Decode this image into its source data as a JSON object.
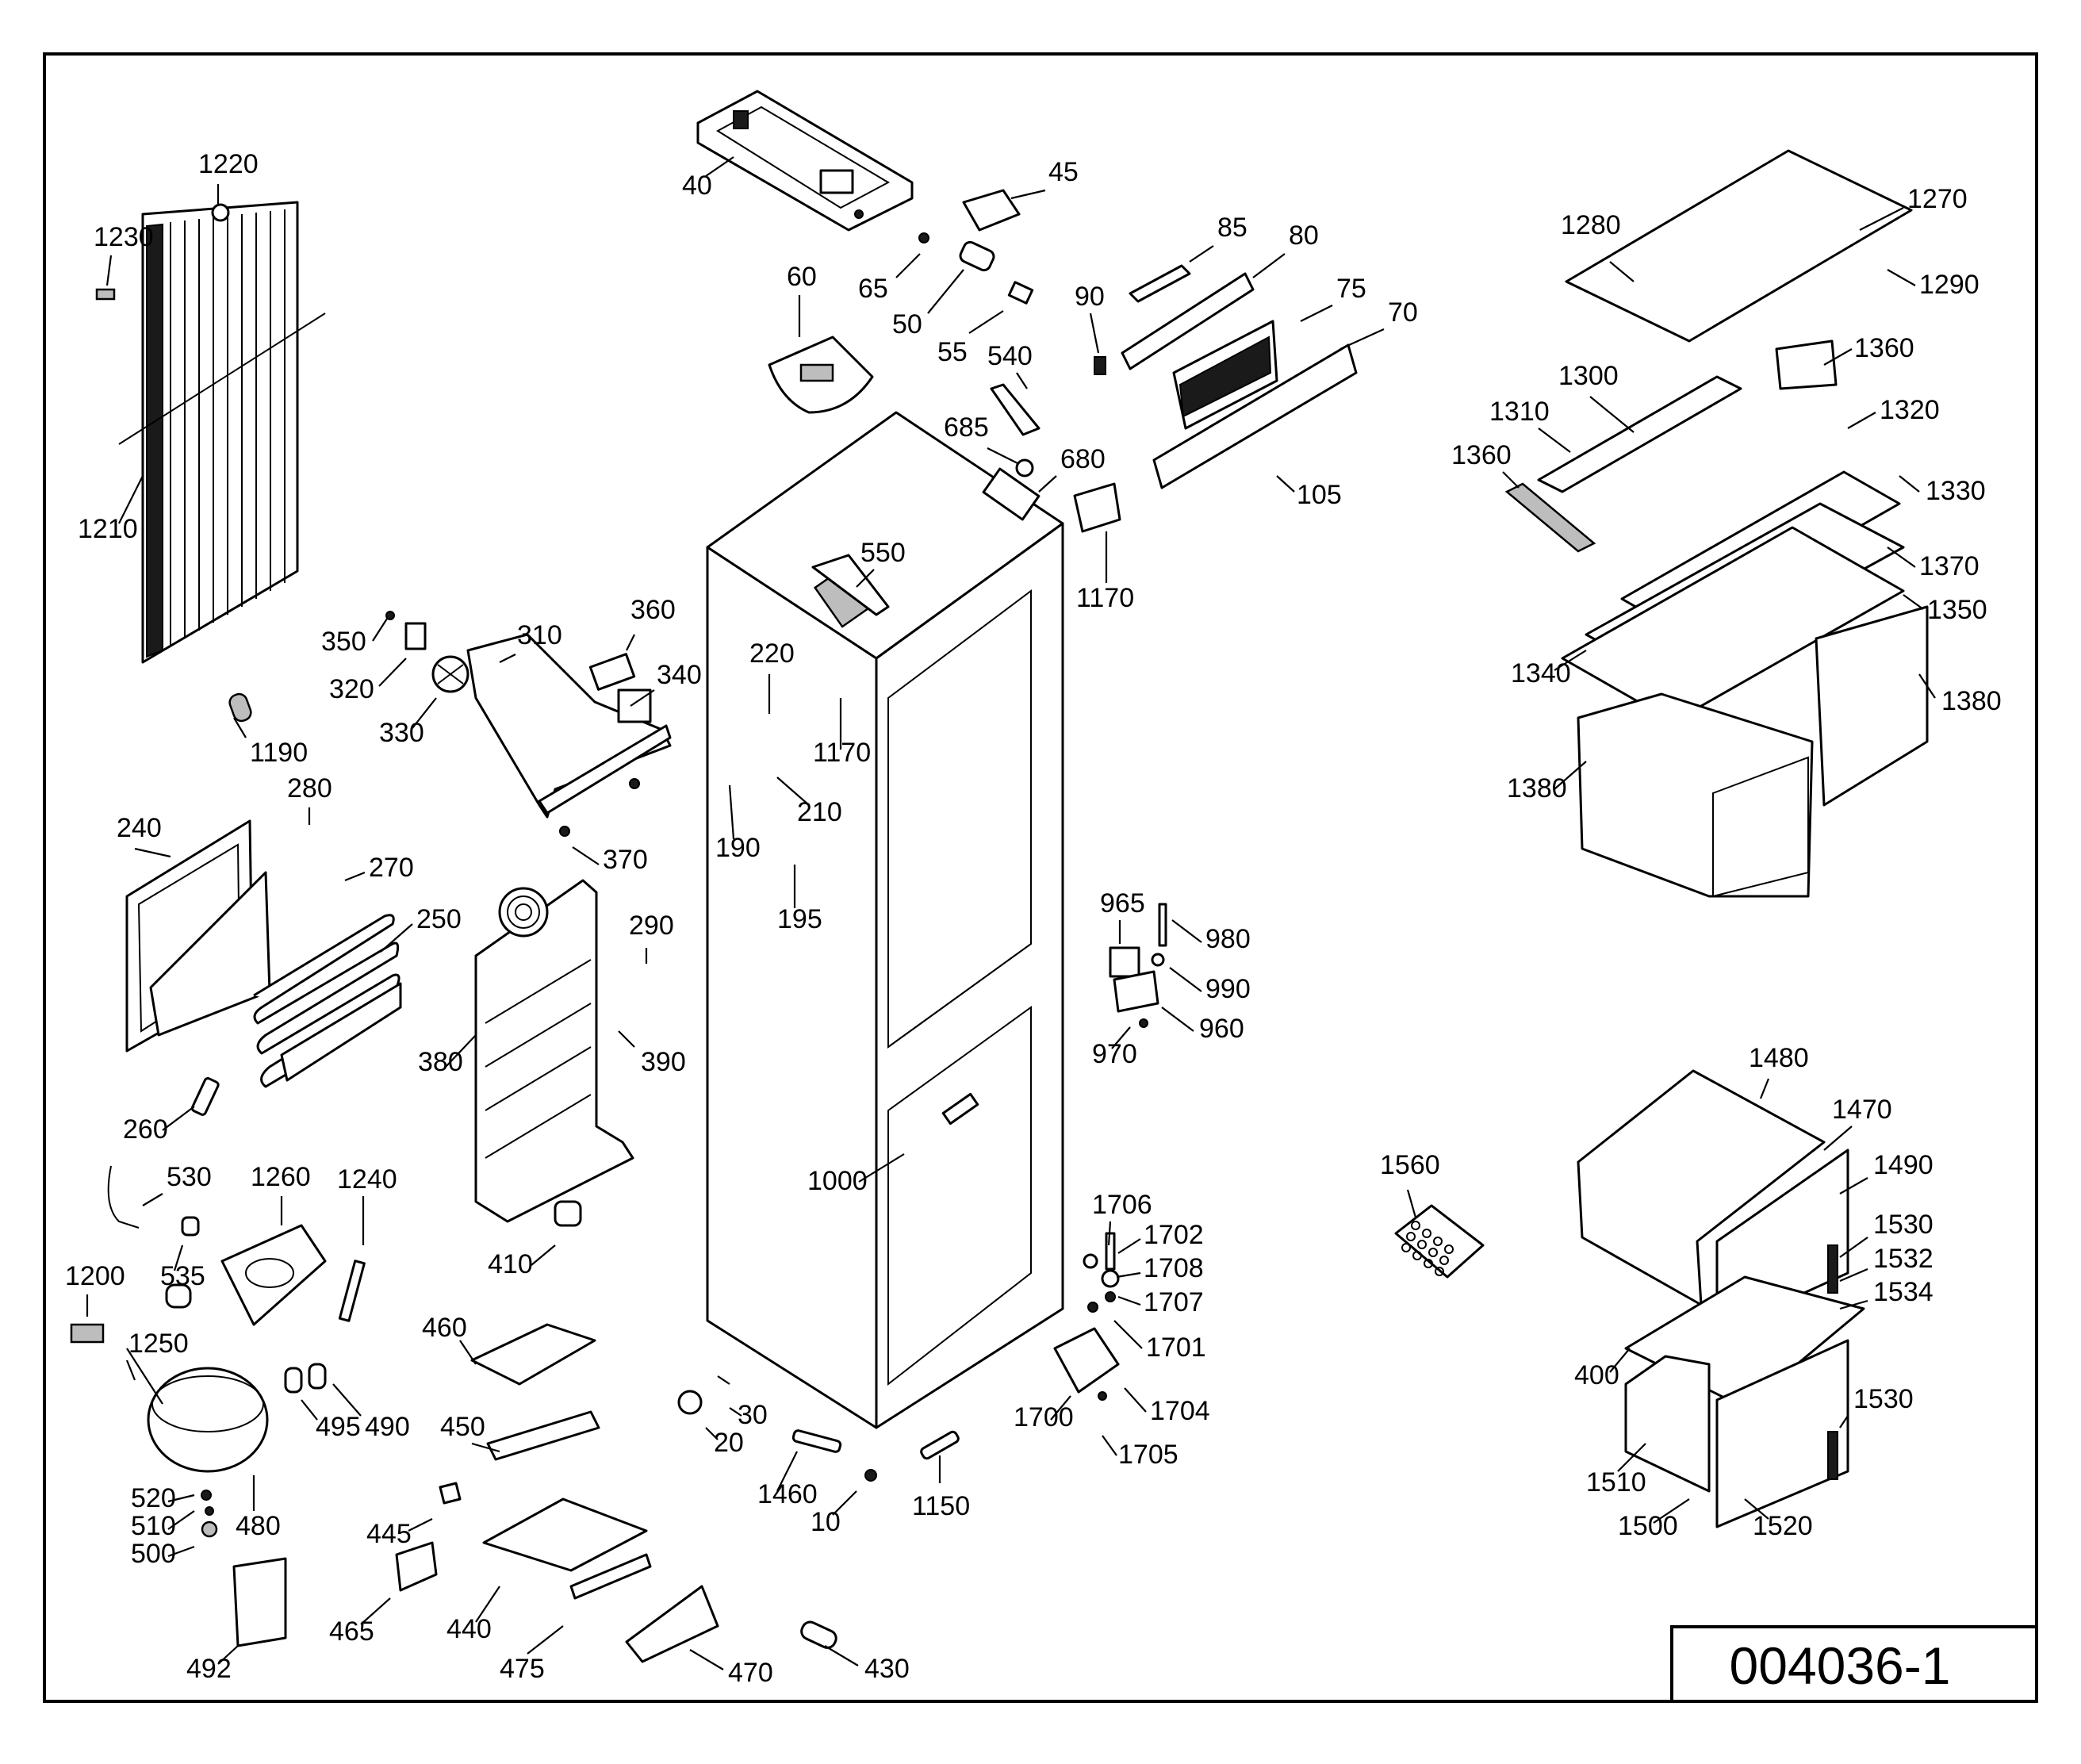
{
  "drawing": {
    "number": "004036-1",
    "colors": {
      "line": "#000000",
      "background": "#ffffff",
      "shade": "#bdbdbd"
    }
  },
  "callouts": [
    {
      "id": "1220",
      "text": "1220"
    },
    {
      "id": "1230",
      "text": "1230"
    },
    {
      "id": "1210",
      "text": "1210"
    },
    {
      "id": "1190",
      "text": "1190"
    },
    {
      "id": "350",
      "text": "350"
    },
    {
      "id": "320",
      "text": "320"
    },
    {
      "id": "330",
      "text": "330"
    },
    {
      "id": "310",
      "text": "310"
    },
    {
      "id": "360",
      "text": "360"
    },
    {
      "id": "340",
      "text": "340"
    },
    {
      "id": "280",
      "text": "280"
    },
    {
      "id": "240",
      "text": "240"
    },
    {
      "id": "270",
      "text": "270"
    },
    {
      "id": "370",
      "text": "370"
    },
    {
      "id": "250",
      "text": "250"
    },
    {
      "id": "290",
      "text": "290"
    },
    {
      "id": "380",
      "text": "380"
    },
    {
      "id": "390",
      "text": "390"
    },
    {
      "id": "260",
      "text": "260"
    },
    {
      "id": "530",
      "text": "530"
    },
    {
      "id": "535",
      "text": "535"
    },
    {
      "id": "1200",
      "text": "1200"
    },
    {
      "id": "1260",
      "text": "1260"
    },
    {
      "id": "1240",
      "text": "1240"
    },
    {
      "id": "410",
      "text": "410"
    },
    {
      "id": "1250",
      "text": "1250"
    },
    {
      "id": "460",
      "text": "460"
    },
    {
      "id": "495",
      "text": "495"
    },
    {
      "id": "490",
      "text": "490"
    },
    {
      "id": "450",
      "text": "450"
    },
    {
      "id": "520",
      "text": "520"
    },
    {
      "id": "510",
      "text": "510"
    },
    {
      "id": "500",
      "text": "500"
    },
    {
      "id": "480",
      "text": "480"
    },
    {
      "id": "445",
      "text": "445"
    },
    {
      "id": "465",
      "text": "465"
    },
    {
      "id": "440",
      "text": "440"
    },
    {
      "id": "492",
      "text": "492"
    },
    {
      "id": "475",
      "text": "475"
    },
    {
      "id": "470",
      "text": "470"
    },
    {
      "id": "430",
      "text": "430"
    },
    {
      "id": "40",
      "text": "40"
    },
    {
      "id": "45",
      "text": "45"
    },
    {
      "id": "60",
      "text": "60"
    },
    {
      "id": "65",
      "text": "65"
    },
    {
      "id": "50",
      "text": "50"
    },
    {
      "id": "55",
      "text": "55"
    },
    {
      "id": "85",
      "text": "85"
    },
    {
      "id": "80",
      "text": "80"
    },
    {
      "id": "90",
      "text": "90"
    },
    {
      "id": "75",
      "text": "75"
    },
    {
      "id": "70",
      "text": "70"
    },
    {
      "id": "540",
      "text": "540"
    },
    {
      "id": "685",
      "text": "685"
    },
    {
      "id": "680",
      "text": "680"
    },
    {
      "id": "105",
      "text": "105"
    },
    {
      "id": "1170a",
      "text": "1170"
    },
    {
      "id": "550",
      "text": "550"
    },
    {
      "id": "220",
      "text": "220"
    },
    {
      "id": "1170b",
      "text": "1170"
    },
    {
      "id": "210",
      "text": "210"
    },
    {
      "id": "190",
      "text": "190"
    },
    {
      "id": "195",
      "text": "195"
    },
    {
      "id": "965",
      "text": "965"
    },
    {
      "id": "980",
      "text": "980"
    },
    {
      "id": "990",
      "text": "990"
    },
    {
      "id": "960",
      "text": "960"
    },
    {
      "id": "970",
      "text": "970"
    },
    {
      "id": "1000",
      "text": "1000"
    },
    {
      "id": "1706",
      "text": "1706"
    },
    {
      "id": "1702",
      "text": "1702"
    },
    {
      "id": "1708",
      "text": "1708"
    },
    {
      "id": "1707",
      "text": "1707"
    },
    {
      "id": "1701",
      "text": "1701"
    },
    {
      "id": "1700",
      "text": "1700"
    },
    {
      "id": "1704",
      "text": "1704"
    },
    {
      "id": "1705",
      "text": "1705"
    },
    {
      "id": "30",
      "text": "30"
    },
    {
      "id": "20",
      "text": "20"
    },
    {
      "id": "1460",
      "text": "1460"
    },
    {
      "id": "10",
      "text": "10"
    },
    {
      "id": "1150",
      "text": "1150"
    },
    {
      "id": "1280",
      "text": "1280"
    },
    {
      "id": "1270",
      "text": "1270"
    },
    {
      "id": "1290",
      "text": "1290"
    },
    {
      "id": "1360a",
      "text": "1360"
    },
    {
      "id": "1300",
      "text": "1300"
    },
    {
      "id": "1310",
      "text": "1310"
    },
    {
      "id": "1320",
      "text": "1320"
    },
    {
      "id": "1360b",
      "text": "1360"
    },
    {
      "id": "1330",
      "text": "1330"
    },
    {
      "id": "1370",
      "text": "1370"
    },
    {
      "id": "1350",
      "text": "1350"
    },
    {
      "id": "1340",
      "text": "1340"
    },
    {
      "id": "1380a",
      "text": "1380"
    },
    {
      "id": "1380b",
      "text": "1380"
    },
    {
      "id": "1480",
      "text": "1480"
    },
    {
      "id": "1470",
      "text": "1470"
    },
    {
      "id": "1560",
      "text": "1560"
    },
    {
      "id": "1490",
      "text": "1490"
    },
    {
      "id": "1530a",
      "text": "1530"
    },
    {
      "id": "1532",
      "text": "1532"
    },
    {
      "id": "1534",
      "text": "1534"
    },
    {
      "id": "400",
      "text": "400"
    },
    {
      "id": "1530b",
      "text": "1530"
    },
    {
      "id": "1510",
      "text": "1510"
    },
    {
      "id": "1500",
      "text": "1500"
    },
    {
      "id": "1520",
      "text": "1520"
    }
  ]
}
